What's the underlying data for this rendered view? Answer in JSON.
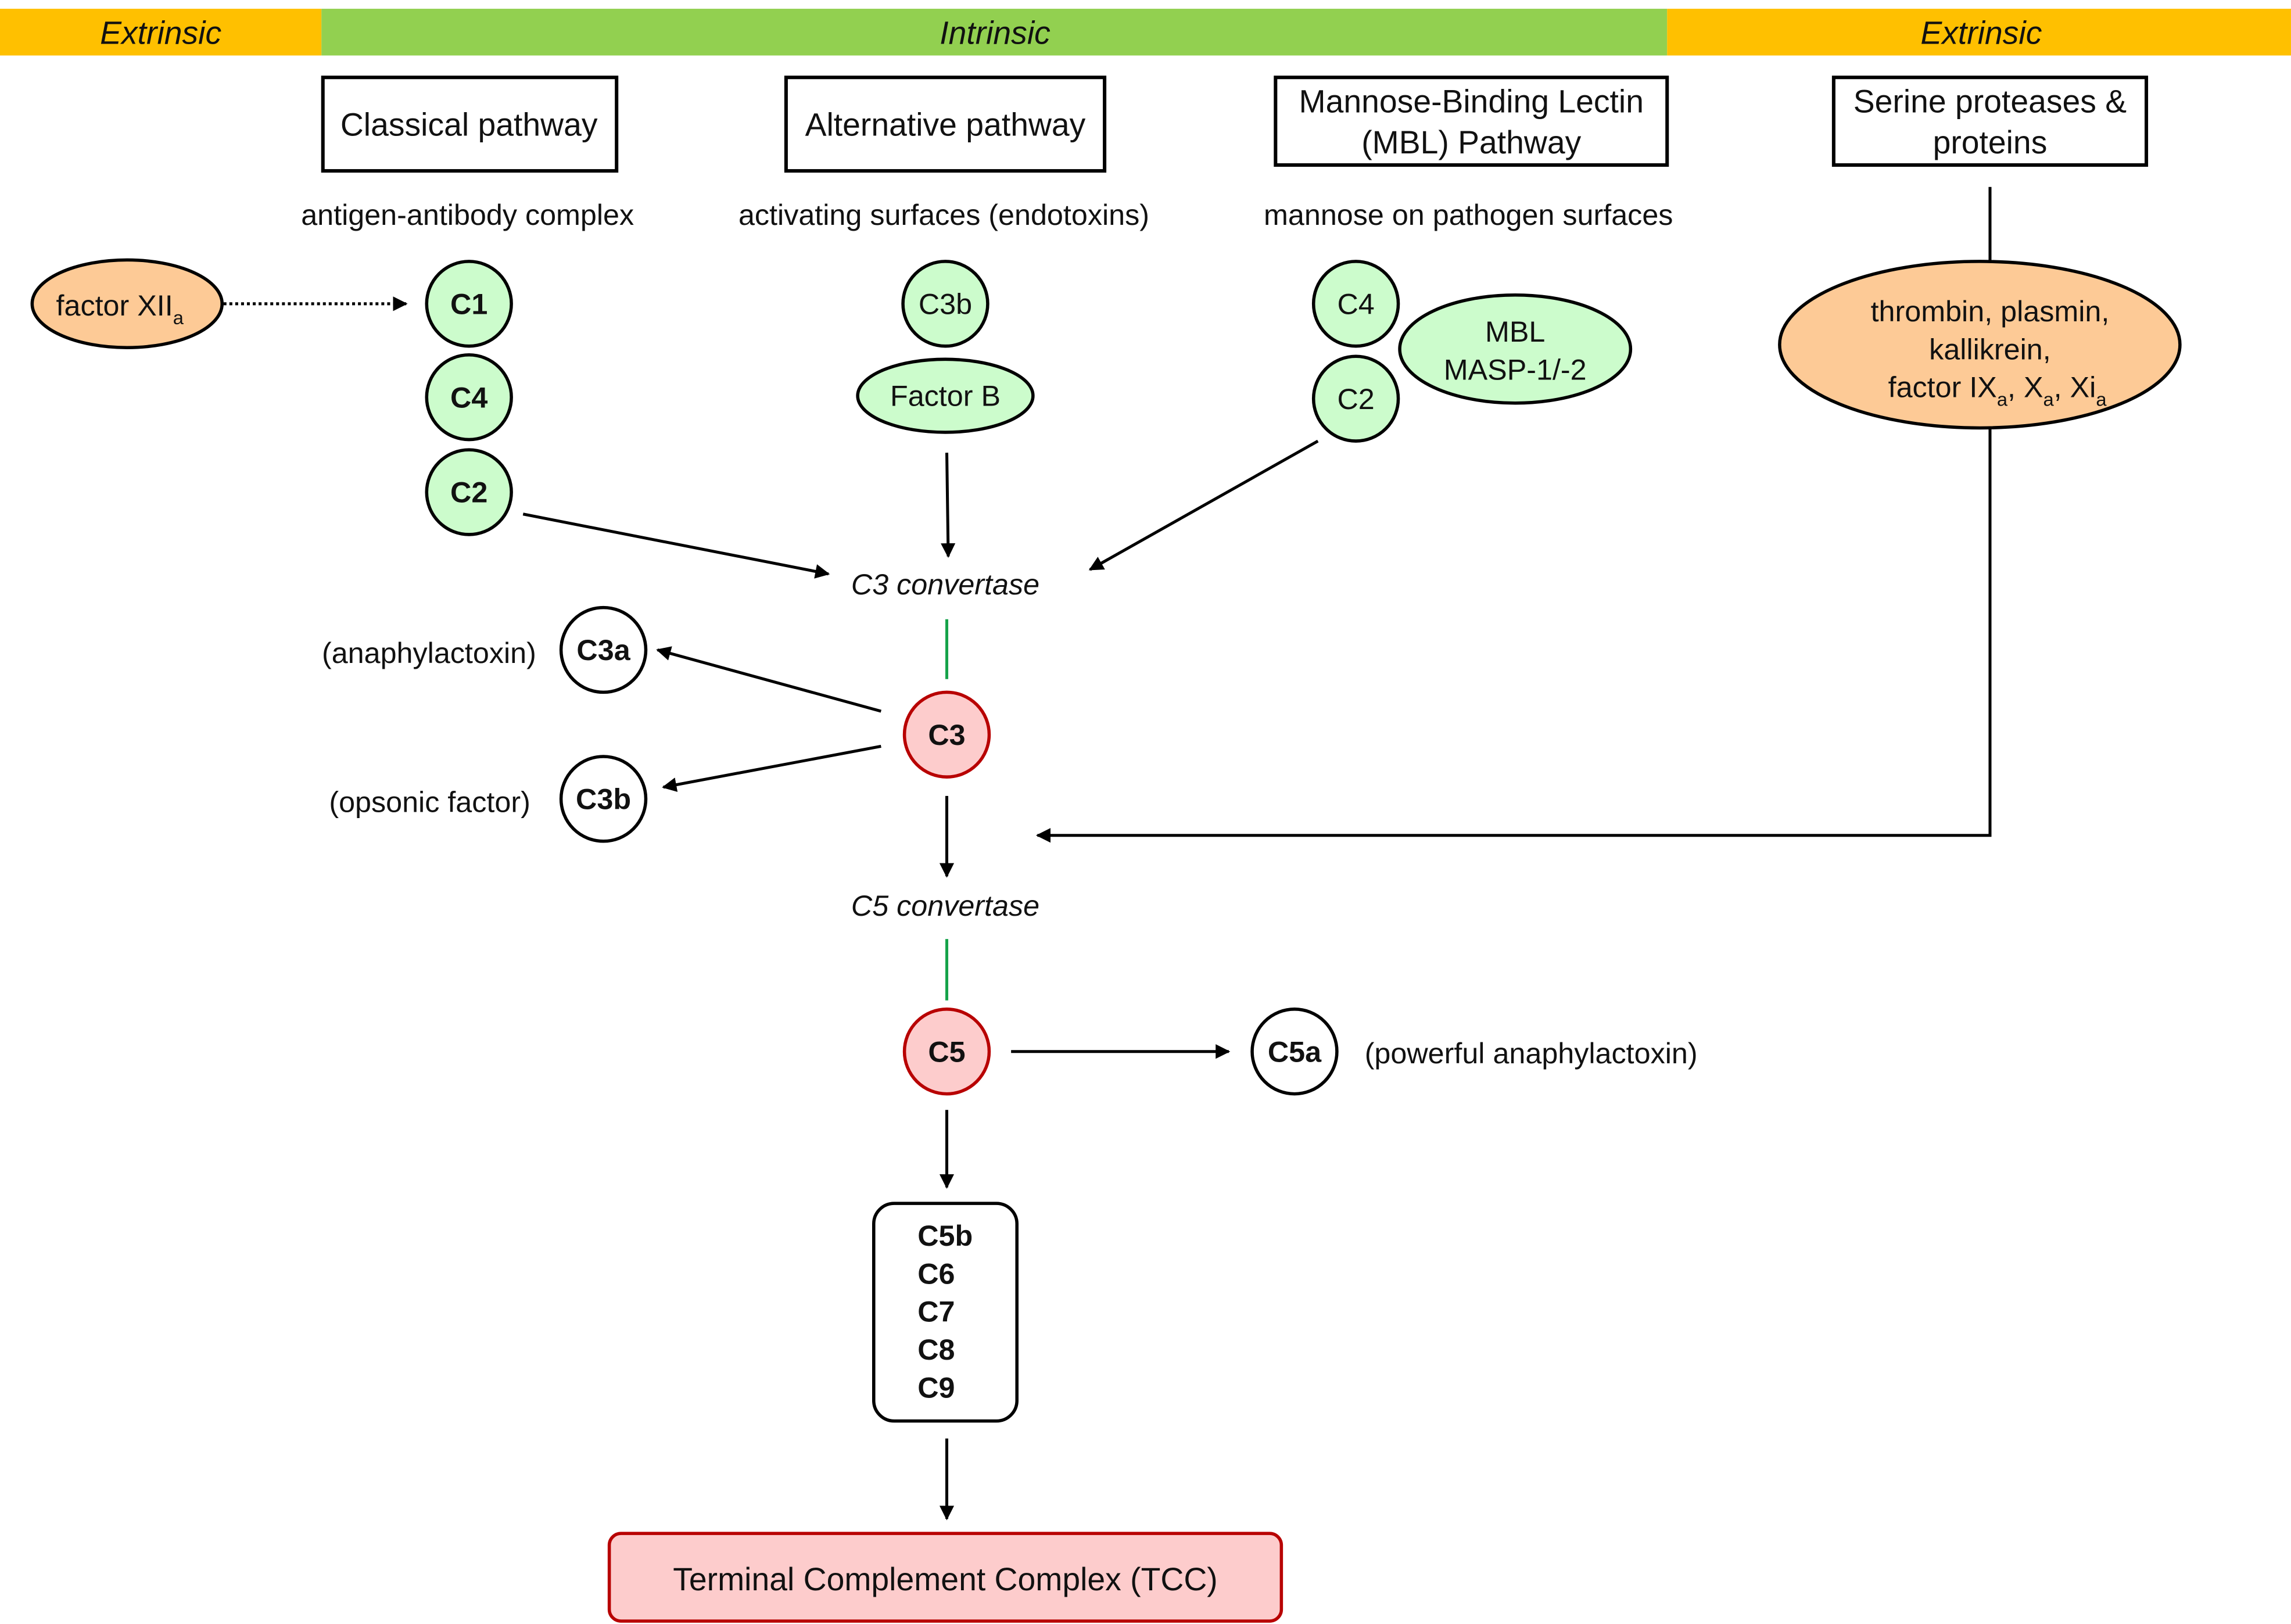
{
  "bands": {
    "left": {
      "label": "Extrinsic",
      "color": "#ffc000"
    },
    "middle": {
      "label": "Intrinsic",
      "color": "#92d050"
    },
    "right": {
      "label": "Extrinsic",
      "color": "#ffc000"
    }
  },
  "pathways": {
    "classical": {
      "title": "Classical pathway",
      "trigger": "antigen-antibody complex"
    },
    "alternative": {
      "title": "Alternative pathway",
      "trigger": "activating surfaces (endotoxins)"
    },
    "mbl": {
      "title_line1": "Mannose-Binding Lectin",
      "title_line2": "(MBL) Pathway",
      "trigger": "mannose on pathogen surfaces"
    },
    "serine": {
      "title_line1": "Serine proteases &",
      "title_line2": "proteins"
    }
  },
  "nodes": {
    "factor_xii": {
      "main": "factor XII",
      "sub": "a"
    },
    "classical_c1": "C1",
    "classical_c4": "C4",
    "classical_c2": "C2",
    "alt_c3b": "C3b",
    "alt_factor_b": "Factor B",
    "mbl_c4": "C4",
    "mbl_c2": "C2",
    "mbl_complex_line1": "MBL",
    "mbl_complex_line2": "MASP-1/-2",
    "serine_line1": "thrombin, plasmin,",
    "serine_line2": "kallikrein,",
    "serine_line3_a": "factor IX",
    "serine_line3_b": "X",
    "serine_line3_c": "Xi",
    "serine_sub": "a",
    "c3": "C3",
    "c3a": "C3a",
    "c3b": "C3b",
    "c5": "C5",
    "c5a": "C5a",
    "mac_components": [
      "C5b",
      "C6",
      "C7",
      "C8",
      "C9"
    ],
    "tcc": "Terminal Complement Complex (TCC)"
  },
  "labels": {
    "c3_convertase": "C3 convertase",
    "c5_convertase": "C5 convertase",
    "c3a_note": "(anaphylactoxin)",
    "c3b_note": "(opsonic factor)",
    "c5a_note": "(powerful anaphylactoxin)"
  },
  "colors": {
    "green_fill": "#ccfccc",
    "orange_fill": "#fdca96",
    "red_fill": "#fdcccc",
    "red_stroke": "#b80000",
    "link_green": "#16a34a"
  }
}
